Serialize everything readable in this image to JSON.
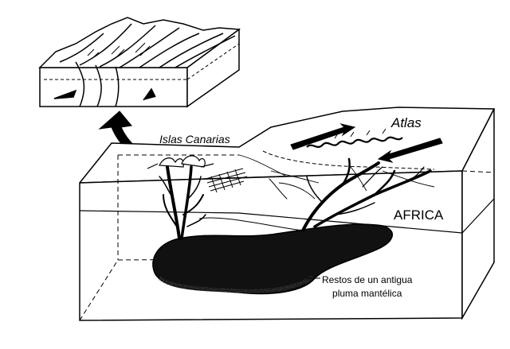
{
  "diagram": {
    "labels": {
      "islas_canarias": "Islas Canarias",
      "atlas": "Atlas",
      "africa": "AFRICA",
      "plume_line1": "Restos de un antigua",
      "plume_line2": "pluma mantélica"
    },
    "colors": {
      "ink": "#000000",
      "background": "#ffffff",
      "plume_fill": "#111111"
    }
  }
}
